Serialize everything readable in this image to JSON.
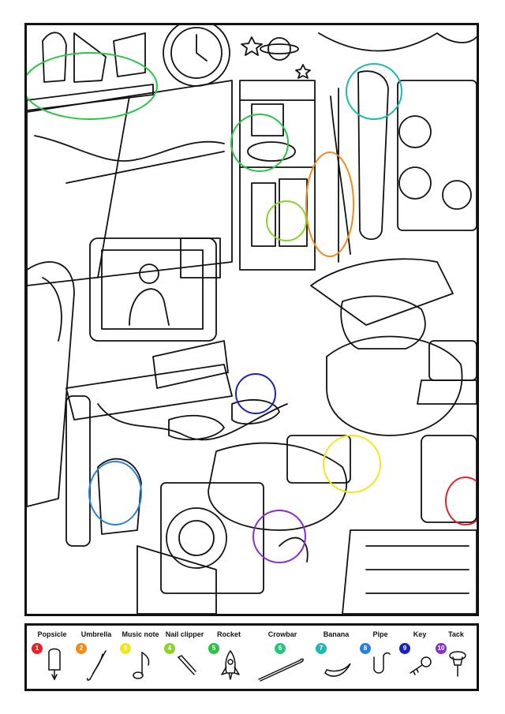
{
  "puzzle": {
    "items": [
      {
        "number": "1",
        "label": "Popsicle",
        "color": "#e0242b",
        "icon": "popsicle-icon"
      },
      {
        "number": "2",
        "label": "Umbrella",
        "color": "#f28a1e",
        "icon": "umbrella-icon"
      },
      {
        "number": "3",
        "label": "Music note",
        "color": "#f2e61e",
        "icon": "music-note-icon"
      },
      {
        "number": "4",
        "label": "Nail clipper",
        "color": "#8ed12b",
        "icon": "nail-clipper-icon"
      },
      {
        "number": "5",
        "label": "Rocket",
        "color": "#2fc24a",
        "icon": "rocket-icon"
      },
      {
        "number": "6",
        "label": "Crowbar",
        "color": "#27c77a",
        "icon": "crowbar-icon"
      },
      {
        "number": "7",
        "label": "Banana",
        "color": "#1fb9b1",
        "icon": "banana-icon"
      },
      {
        "number": "8",
        "label": "Pipe",
        "color": "#2a7fd9",
        "icon": "pipe-icon"
      },
      {
        "number": "9",
        "label": "Key",
        "color": "#1a22b8",
        "icon": "key-icon"
      },
      {
        "number": "10",
        "label": "Tack",
        "color": "#8a2fc4",
        "icon": "tack-icon"
      }
    ]
  }
}
